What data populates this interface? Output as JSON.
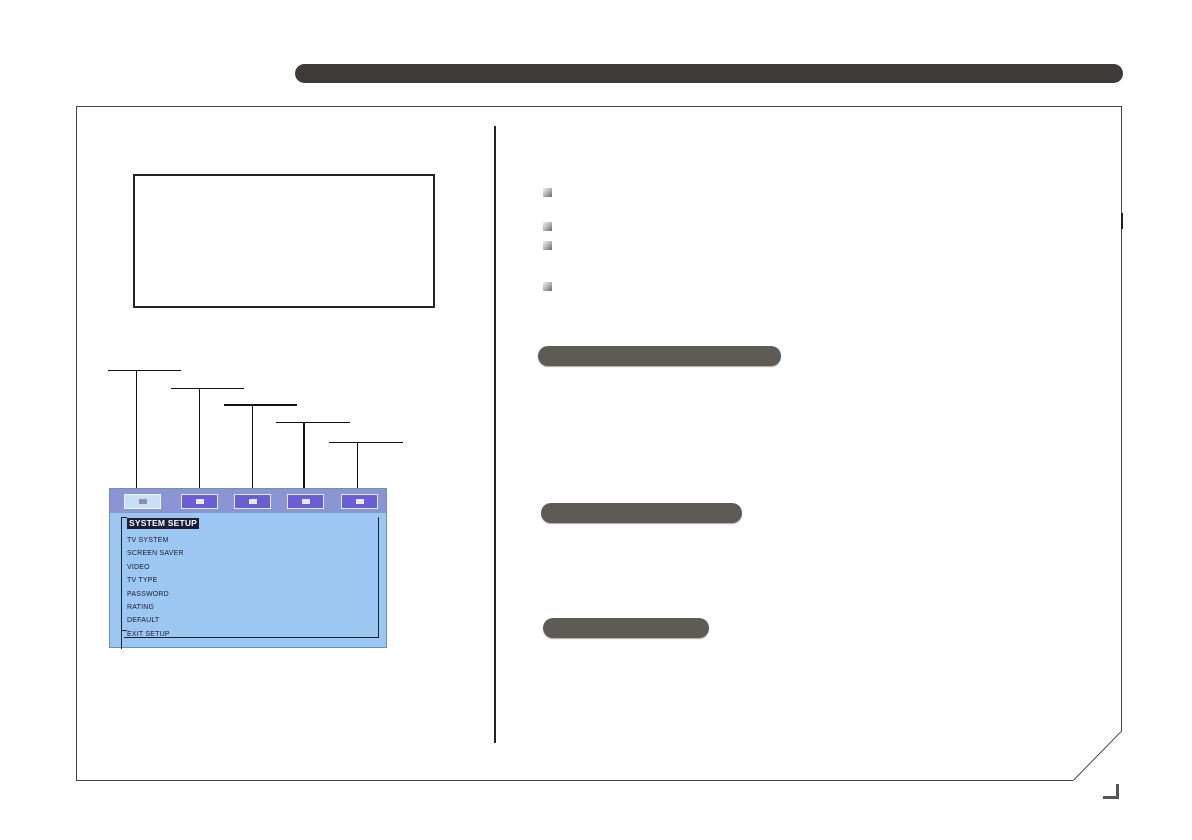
{
  "osd_menu": {
    "title": "SYSTEM SETUP",
    "items": [
      "TV SYSTEM",
      "SCREEN SAVER",
      "VIDEO",
      "TV TYPE",
      "PASSWORD",
      "RATING",
      "DEFAULT",
      "EXIT SETUP"
    ],
    "tab_icons": [
      "system-setup-icon",
      "language-setup-icon",
      "audio-setup-icon",
      "video-setup-icon",
      "speaker-setup-icon"
    ],
    "selected_tab": 0
  },
  "colors": {
    "header_bar": "#3e3a37",
    "section_pill": "#5e5a56",
    "osd_background": "#9cc7f2",
    "osd_tab": "#6a5fd2",
    "osd_tab_active": "#c9def4",
    "osd_title_background": "#1d1d35"
  }
}
